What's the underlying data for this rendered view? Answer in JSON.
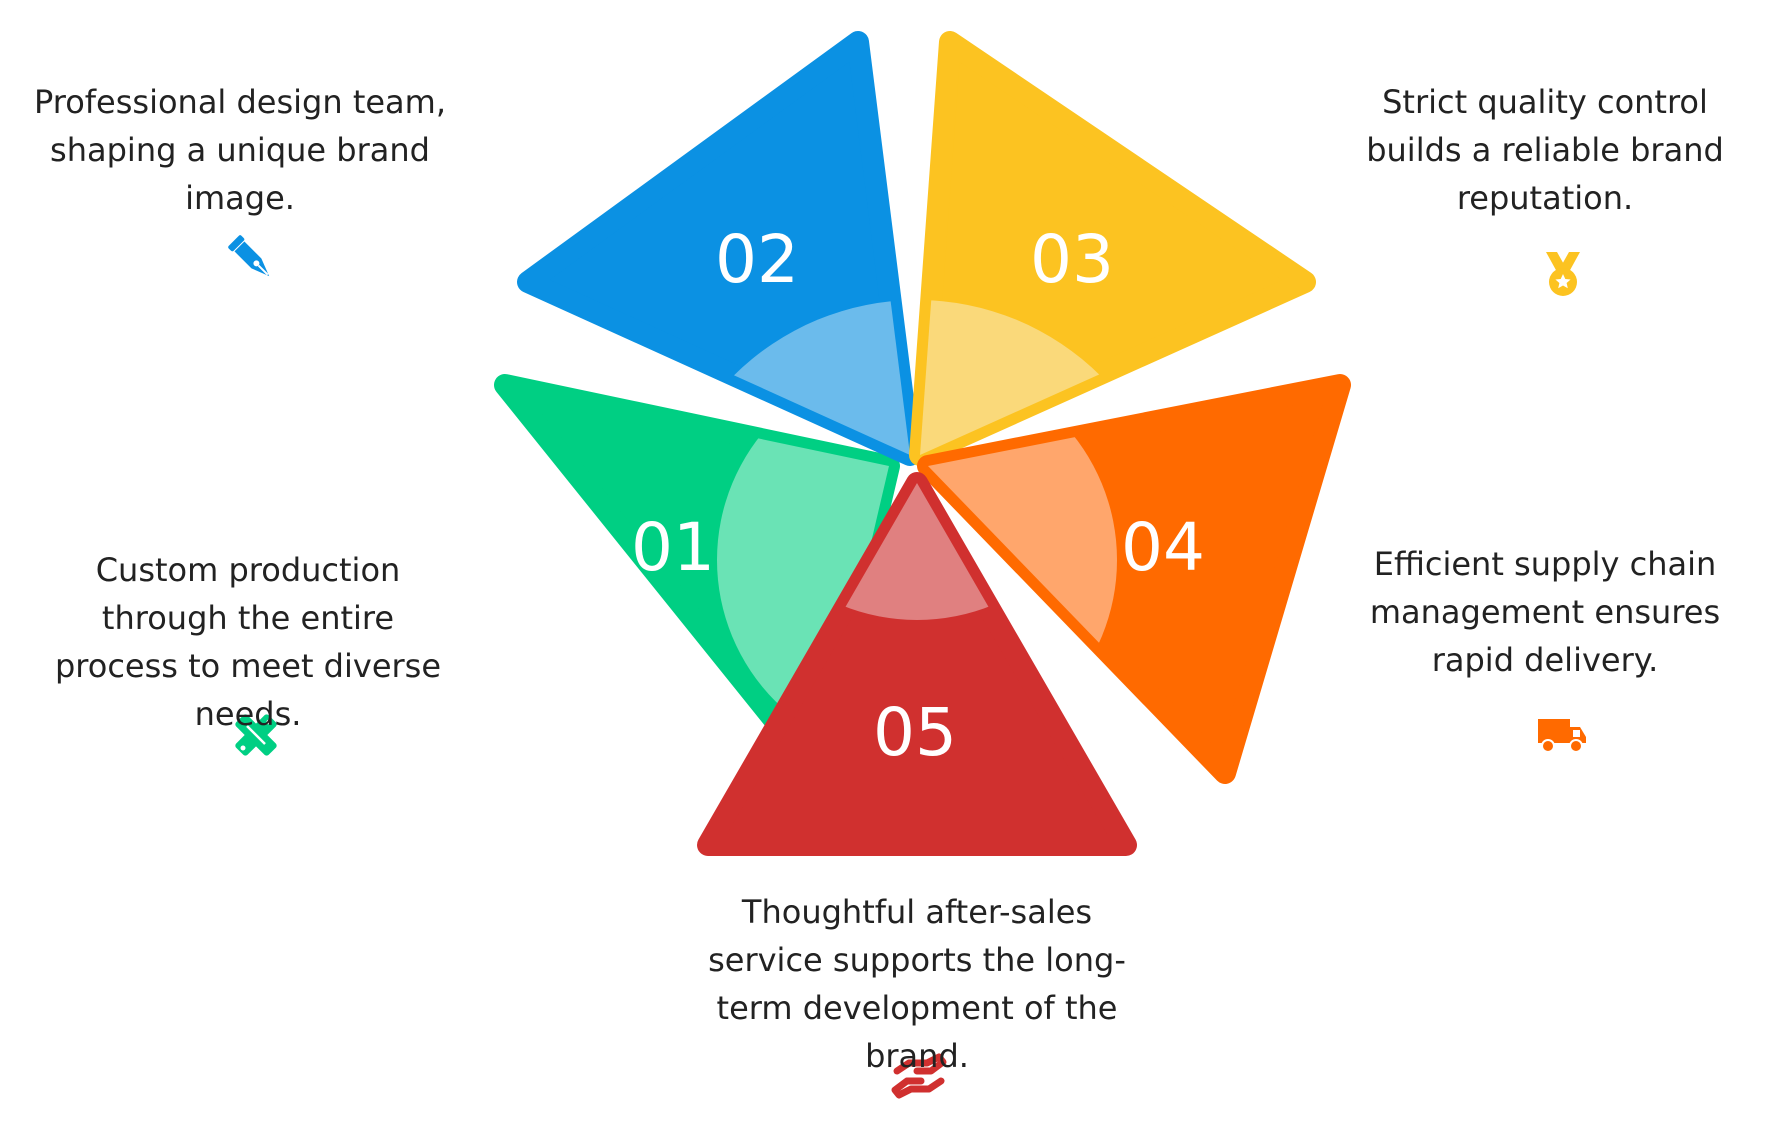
{
  "segments": [
    {
      "number": "01",
      "caption": "Custom production through the entire process to meet diverse needs.",
      "icon": "pencil-ruler-icon",
      "color": "#00CF83",
      "tint": "#6AE3B5"
    },
    {
      "number": "02",
      "caption": "Professional design team, shaping a unique brand image.",
      "icon": "fountain-pen-icon",
      "color": "#0B91E3",
      "tint": "#6BBBEC"
    },
    {
      "number": "03",
      "caption": "Strict quality control builds a reliable brand reputation.",
      "icon": "medal-icon",
      "color": "#FCC321",
      "tint": "#FAD97A"
    },
    {
      "number": "04",
      "caption": "Efficient supply chain management ensures rapid delivery.",
      "icon": "delivery-truck-icon",
      "color": "#FF6A00",
      "tint": "#FFA66C"
    },
    {
      "number": "05",
      "caption": "Thoughtful after-sales service supports the long-term development of the brand.",
      "icon": "hand-holding-icon",
      "color": "#D0302F",
      "tint": "#E08080"
    }
  ]
}
